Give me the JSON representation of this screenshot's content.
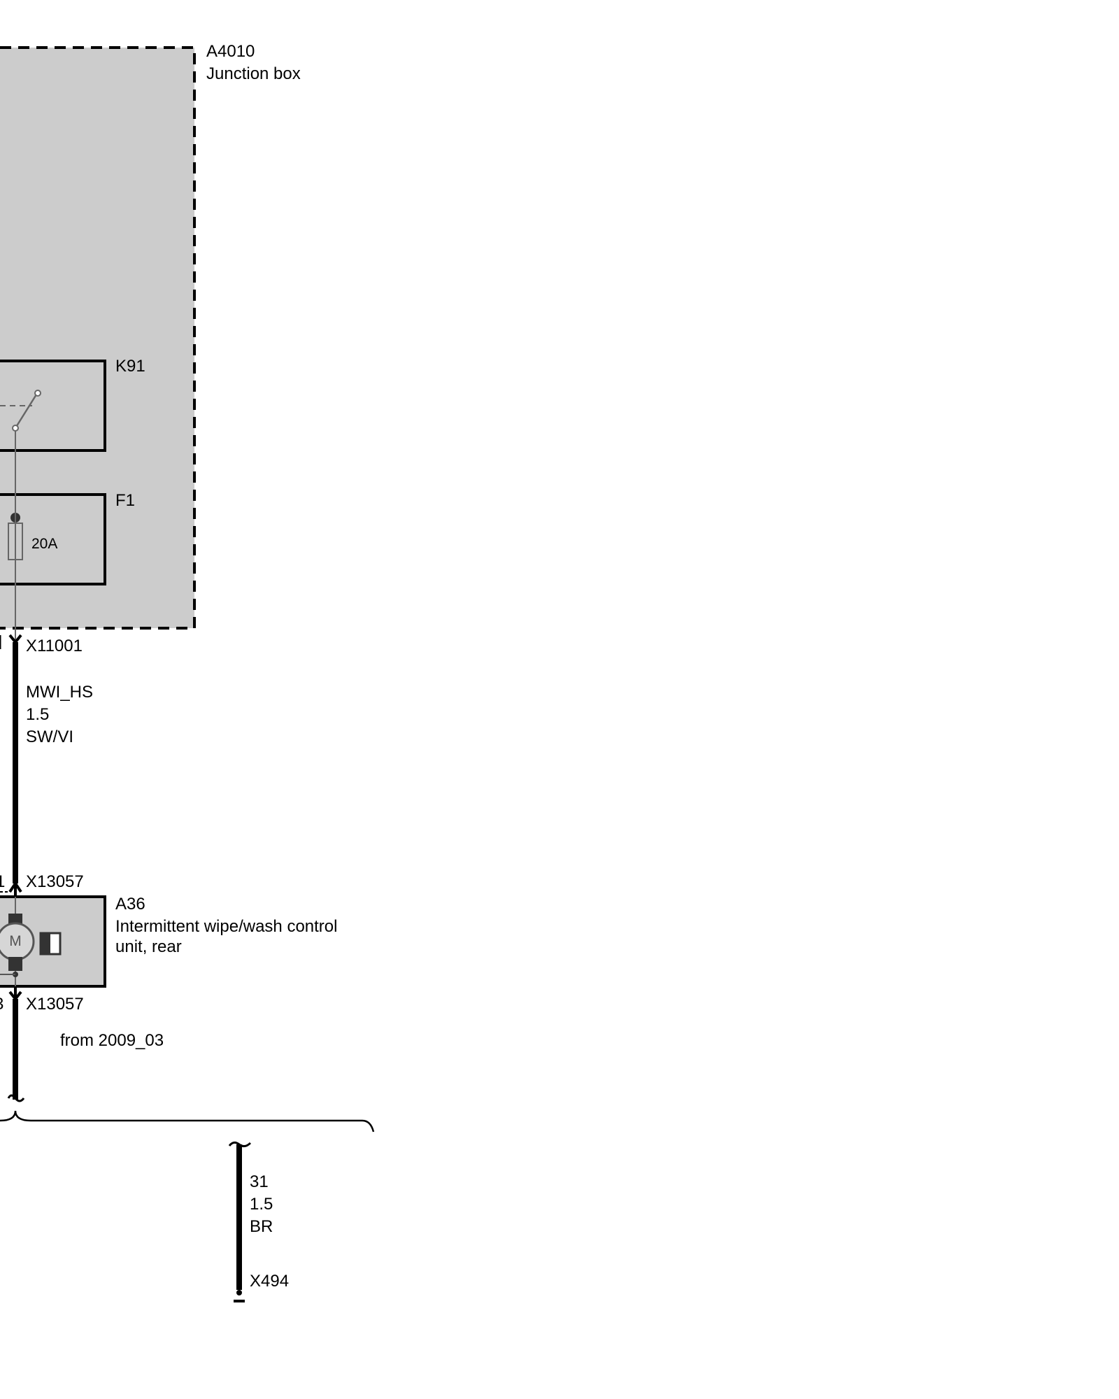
{
  "junction_box": {
    "id": "A4010",
    "name": "Junction box"
  },
  "relay": {
    "id": "K91"
  },
  "fuse": {
    "id": "F1",
    "rating": "20A"
  },
  "connector_top": {
    "id": "X11001",
    "pin_left_fragment": "I"
  },
  "wire_main": {
    "signal": "MWI_HS",
    "gauge": "1.5",
    "color": "SW/VI"
  },
  "control_unit": {
    "connector_in": "X13057",
    "connector_in_pin_fragment": "1",
    "id": "A36",
    "name_line1": "Intermittent wipe/wash control",
    "name_line2": "unit, rear",
    "motor_symbol": "M",
    "connector_out": "X13057",
    "connector_out_pin_fragment": "3"
  },
  "variant_note": "from 2009_03",
  "ground_wire": {
    "signal": "31",
    "gauge": "1.5",
    "color": "BR",
    "ground_point": "X494"
  },
  "colors": {
    "box_fill": "#cccccc",
    "line": "#000000",
    "thin_line": "#666666"
  }
}
